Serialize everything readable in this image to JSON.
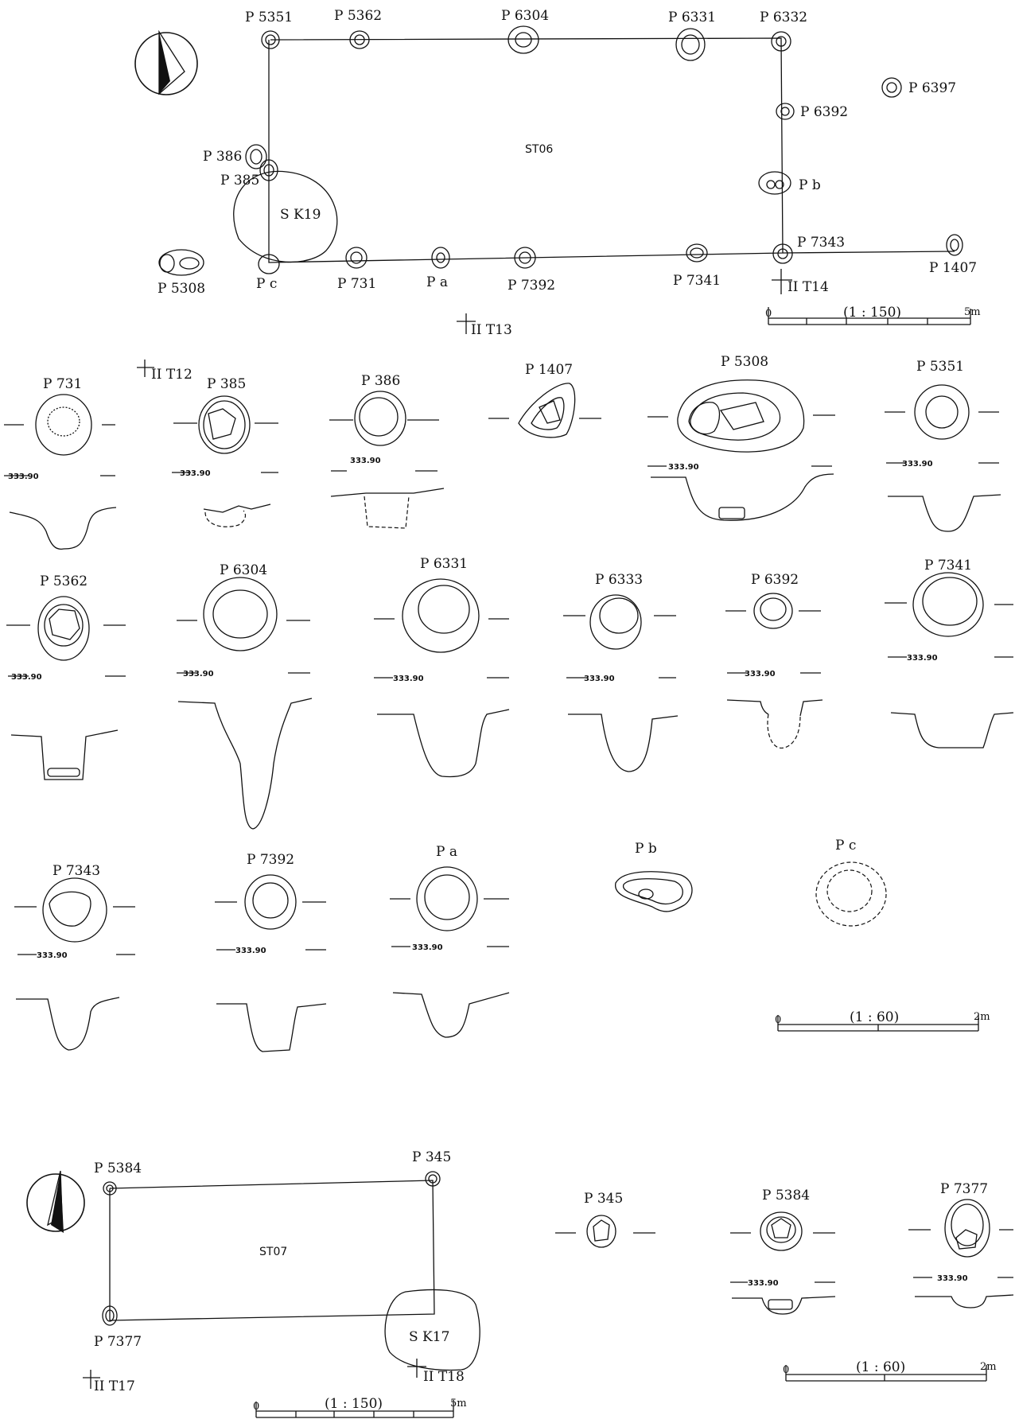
{
  "plan_st06": {
    "structure_label": "ST06",
    "feature_label": "S K19",
    "posts": [
      "P 5351",
      "P 5362",
      "P 6304",
      "P 6331",
      "P 6332",
      "P 6397",
      "P 6392",
      "P b",
      "P 7343",
      "P 1407",
      "P 7341",
      "P 7392",
      "P a",
      "P 731",
      "P c",
      "P 5308",
      "P 386",
      "P 385"
    ],
    "grid_points": [
      "II T14",
      "II T13",
      "II T12"
    ],
    "scale": {
      "ratio": "(1 : 150)",
      "start": "0",
      "end": "5m"
    }
  },
  "sections": {
    "elevation_label": "333.90",
    "row1": [
      "P 731",
      "P 385",
      "P 386",
      "P 1407",
      "P 5308",
      "P 5351"
    ],
    "row2": [
      "P 5362",
      "P 6304",
      "P 6331",
      "P 6333",
      "P 6392",
      "P 7341"
    ],
    "row3": [
      "P 7343",
      "P 7392",
      "P a",
      "P b",
      "P c"
    ],
    "scale": {
      "ratio": "(1 : 60)",
      "start": "0",
      "end": "2m"
    }
  },
  "plan_st07": {
    "structure_label": "ST07",
    "feature_label": "S K17",
    "posts": [
      "P 5384",
      "P 345",
      "P 7377"
    ],
    "grid_points": [
      "II T17",
      "II T18"
    ],
    "scale": {
      "ratio": "(1 : 150)",
      "start": "0",
      "end": "5m"
    }
  },
  "sections_st07": {
    "posts": [
      "P 345",
      "P 5384",
      "P 7377"
    ],
    "elevation_label": "333.90",
    "scale": {
      "ratio": "(1 : 60)",
      "start": "0",
      "end": "2m"
    }
  }
}
